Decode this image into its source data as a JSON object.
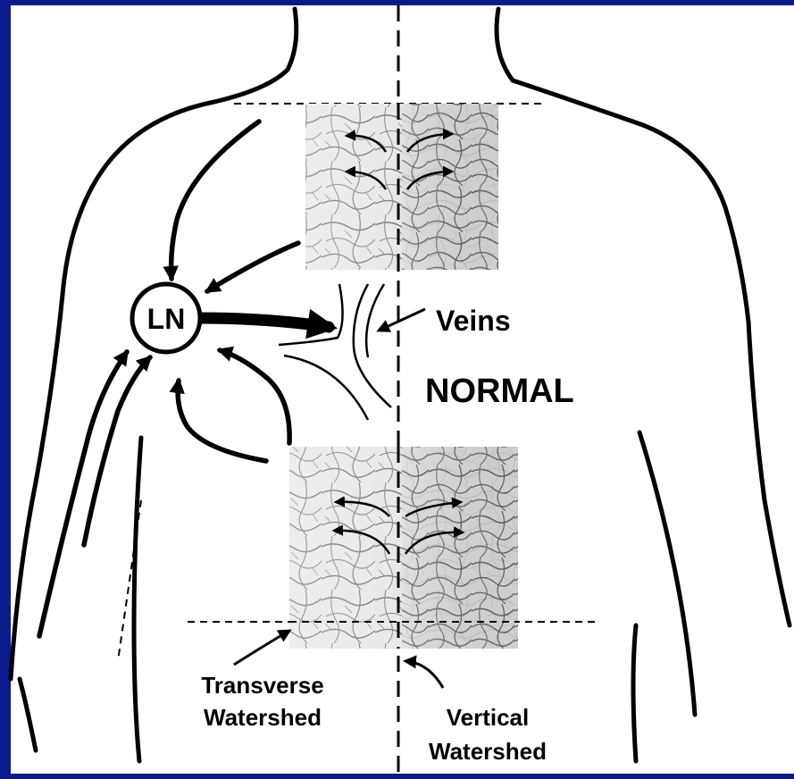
{
  "colors": {
    "frame": "#0a1a8c",
    "line": "#000000",
    "background": "#ffffff",
    "skin_light": "#d9d9d9",
    "skin_dark": "#555555"
  },
  "labels": {
    "lymph_node": "LN",
    "veins": "Veins",
    "state": "NORMAL",
    "transverse_line1": "Transverse",
    "transverse_line2": "Watershed",
    "vertical_line1": "Vertical",
    "vertical_line2": "Watershed"
  },
  "icons": {
    "upper_patch": "skin-lymphatic-network-upper",
    "lower_patch": "skin-lymphatic-network-lower"
  }
}
